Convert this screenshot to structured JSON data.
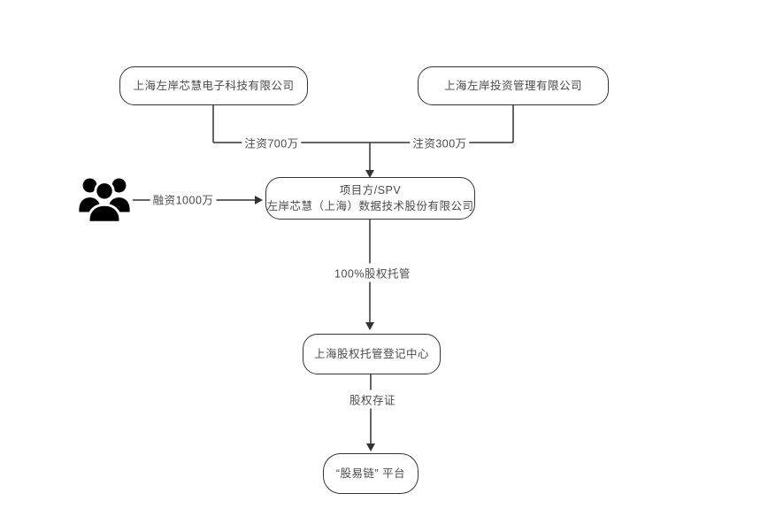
{
  "diagram": {
    "nodes": {
      "company_left": {
        "label": "上海左岸芯慧电子科技有限公司"
      },
      "company_right": {
        "label": "上海左岸投资管理有限公司"
      },
      "spv": {
        "title": "项目方/SPV",
        "subtitle": "左岸芯慧（上海）数据技术股份有限公司"
      },
      "registry": {
        "label": "上海股权托管登记中心"
      },
      "platform": {
        "label": "“股易链” 平台"
      }
    },
    "edges": {
      "invest_left": {
        "label": "注资700万"
      },
      "invest_right": {
        "label": "注资300万"
      },
      "financing": {
        "label": "融资1000万"
      },
      "custody": {
        "label": "100%股权托管"
      },
      "deposit": {
        "label": "股权存证"
      }
    },
    "icons": {
      "investors": "users-icon"
    },
    "colors": {
      "line": "#333333",
      "border": "#333333",
      "text": "#4a4a4a",
      "node_bg": "#ffffff",
      "icon": "#000000"
    }
  }
}
